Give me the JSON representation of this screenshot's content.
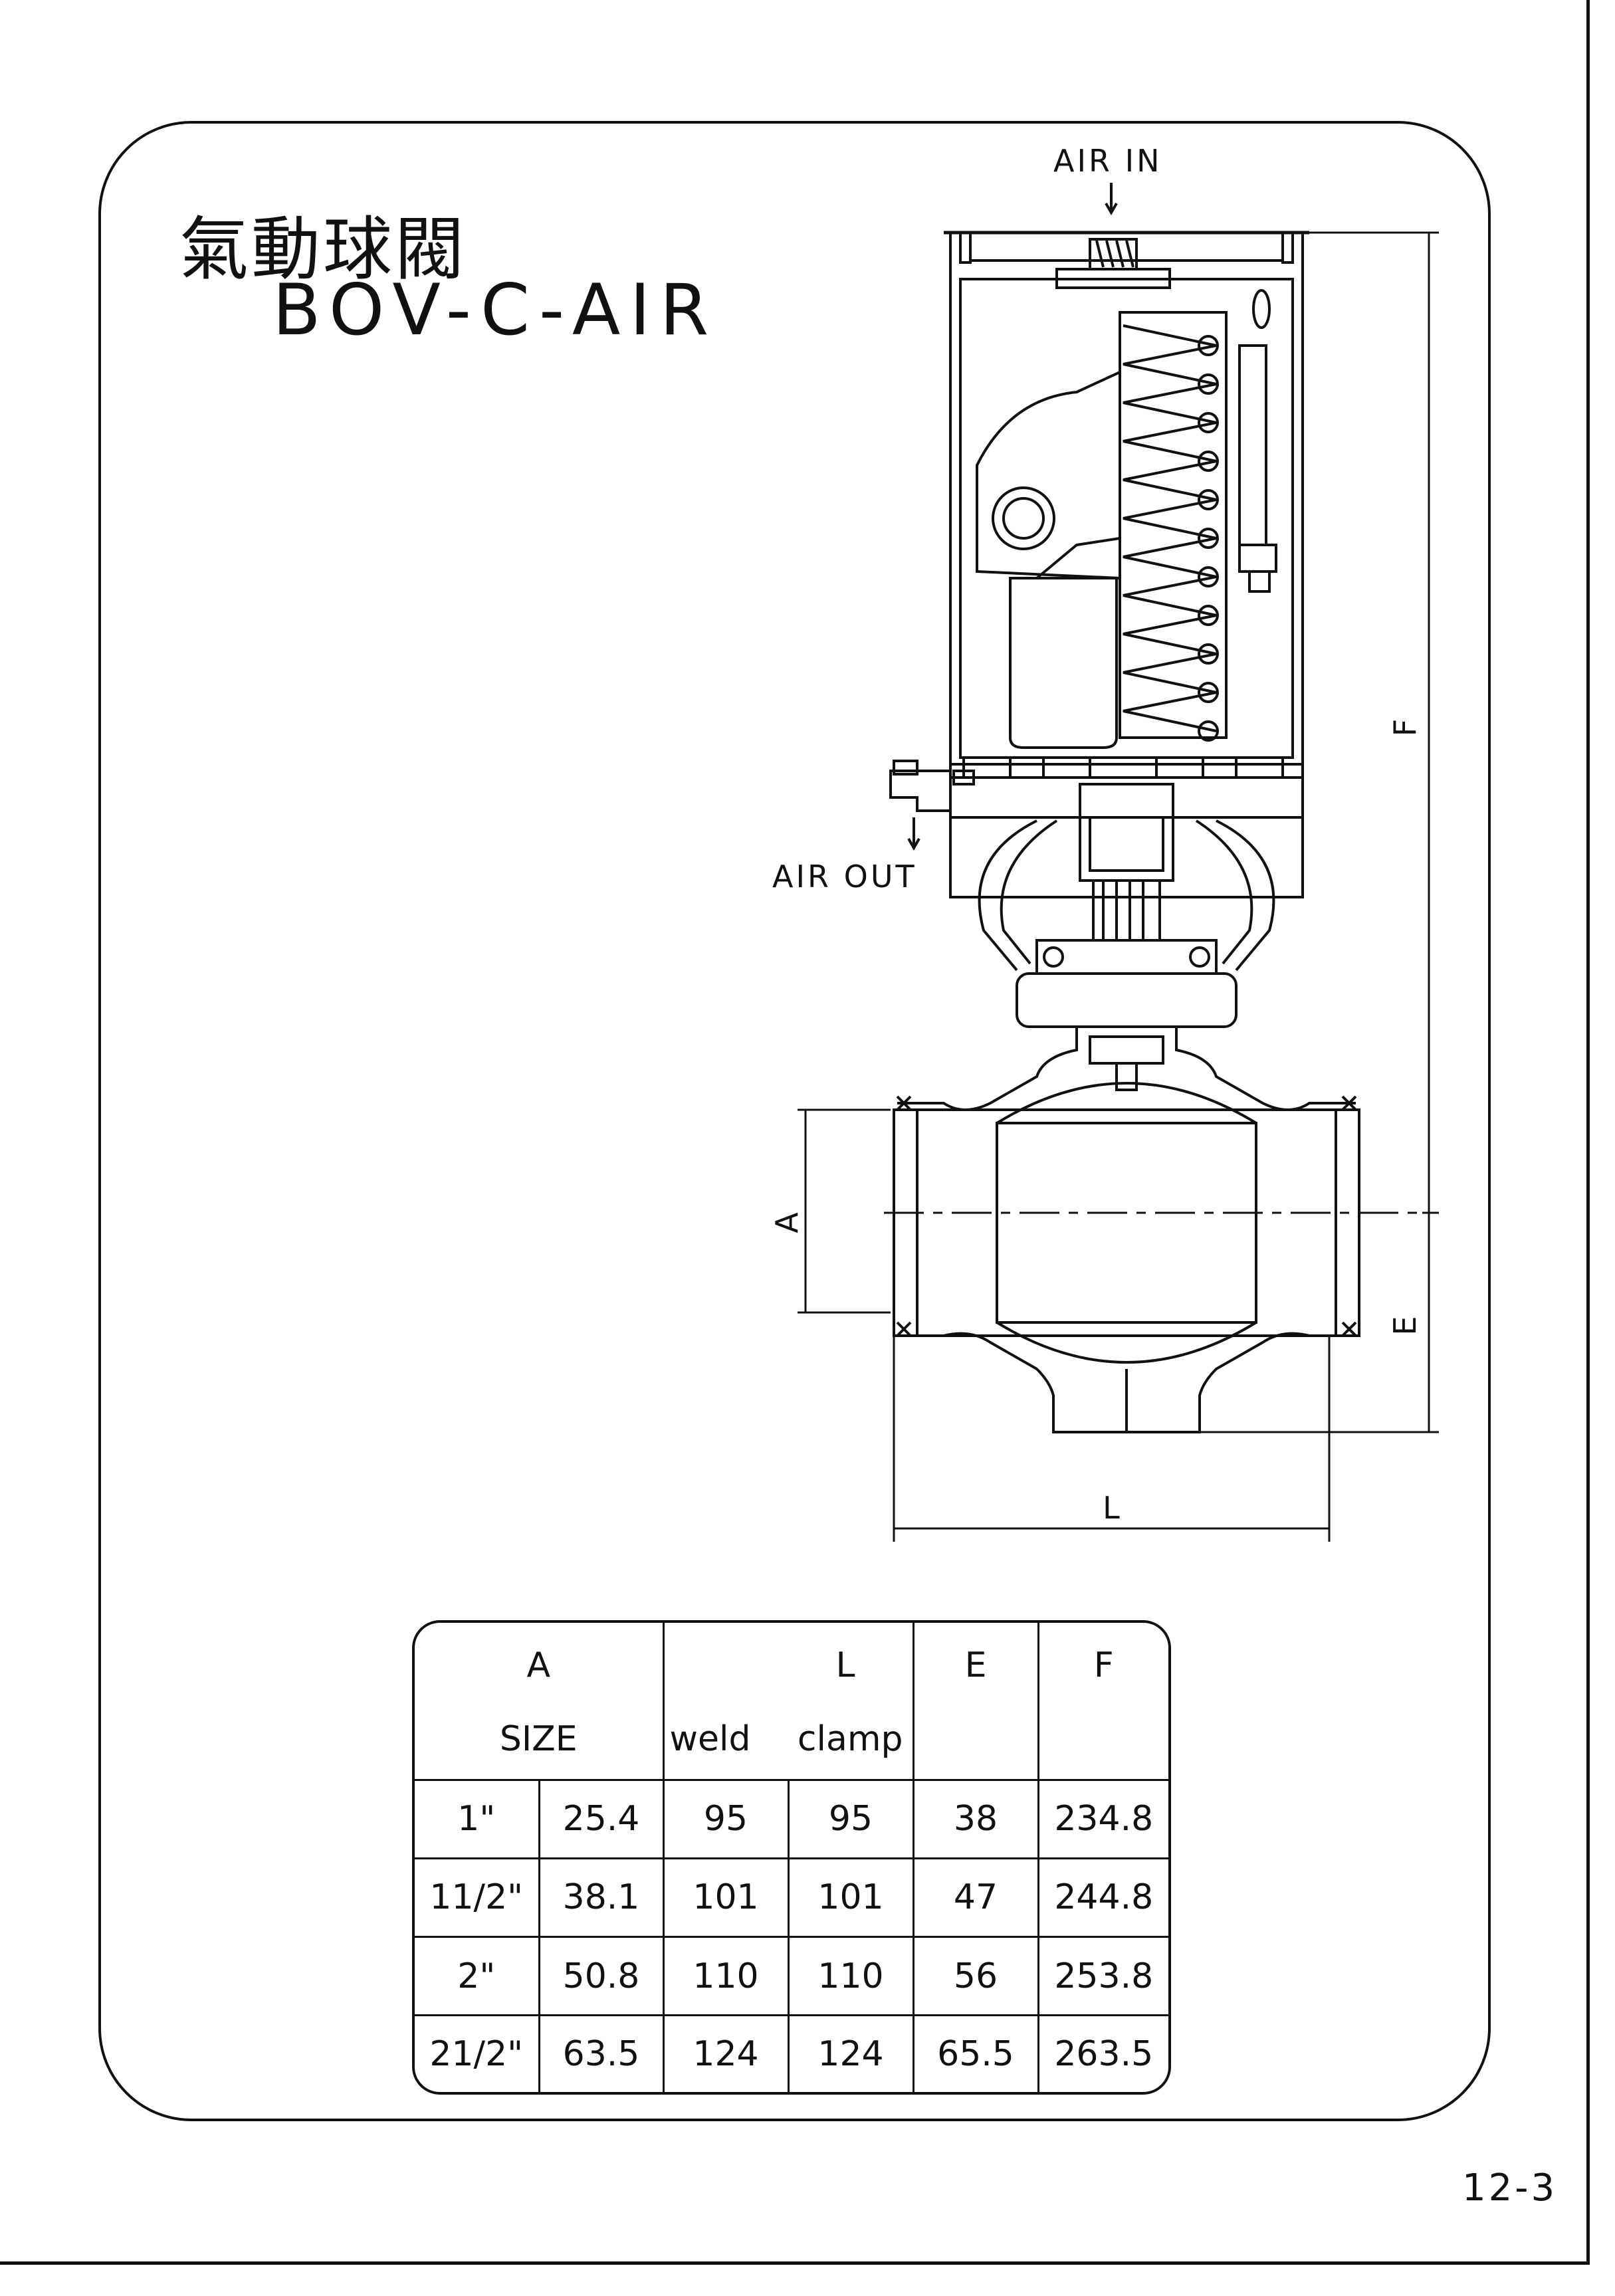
{
  "title": {
    "chinese": "氣動球閥",
    "model": "BOV-C-AIR"
  },
  "drawing": {
    "air_in_label": "AIR IN",
    "air_out_label": "AIR OUT",
    "dim_a": "A",
    "dim_e": "E",
    "dim_f": "F",
    "dim_l": "L"
  },
  "table": {
    "header": {
      "a": "A",
      "size": "SIZE",
      "l": "L",
      "weld": "weld",
      "clamp": "clamp",
      "e": "E",
      "f": "F"
    },
    "rows": [
      {
        "size_in": "1\"",
        "size_mm": "25.4",
        "weld": "95",
        "clamp": "95",
        "e": "38",
        "f": "234.8"
      },
      {
        "size_in": "11/2\"",
        "size_mm": "38.1",
        "weld": "101",
        "clamp": "101",
        "e": "47",
        "f": "244.8"
      },
      {
        "size_in": "2\"",
        "size_mm": "50.8",
        "weld": "110",
        "clamp": "110",
        "e": "56",
        "f": "253.8"
      },
      {
        "size_in": "21/2\"",
        "size_mm": "63.5",
        "weld": "124",
        "clamp": "124",
        "e": "65.5",
        "f": "263.5"
      }
    ]
  },
  "page_number": "12-3"
}
